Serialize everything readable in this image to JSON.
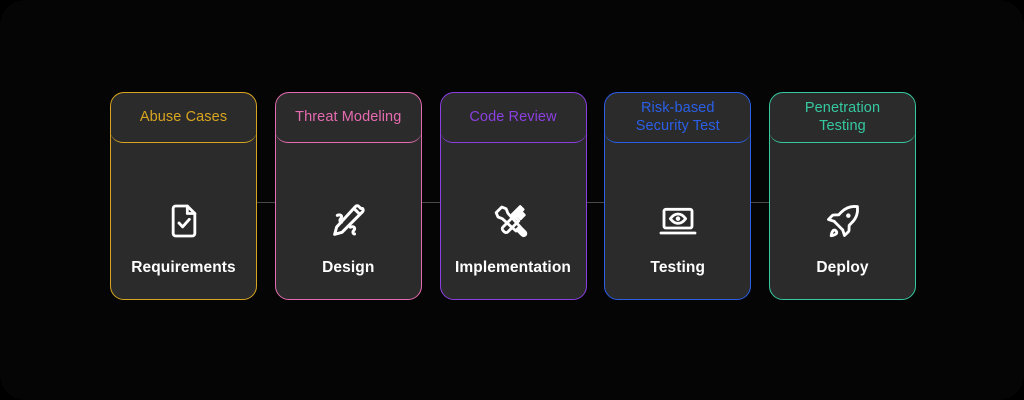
{
  "diagram": {
    "type": "pipeline",
    "background_color": "#050505",
    "card_background_color": "#2b2b2b",
    "connector_color": "#4a4a4a",
    "label_color": "#ffffff",
    "stages": [
      {
        "header_label": "Abuse Cases",
        "name": "Requirements",
        "accent_color": "#d9a520",
        "icon": "document-check-icon"
      },
      {
        "header_label": "Threat Modeling",
        "name": "Design",
        "accent_color": "#e56bb0",
        "icon": "pencil-sketch-icon"
      },
      {
        "header_label": "Code Review",
        "name": "Implementation",
        "accent_color": "#8b3fe0",
        "icon": "crossed-tools-icon"
      },
      {
        "header_label": "Risk-based\nSecurity Test",
        "name": "Testing",
        "accent_color": "#2b5fe8",
        "icon": "laptop-eye-icon"
      },
      {
        "header_label": "Penetration\nTesting",
        "name": "Deploy",
        "accent_color": "#35c9a0",
        "icon": "rocket-icon"
      }
    ]
  }
}
